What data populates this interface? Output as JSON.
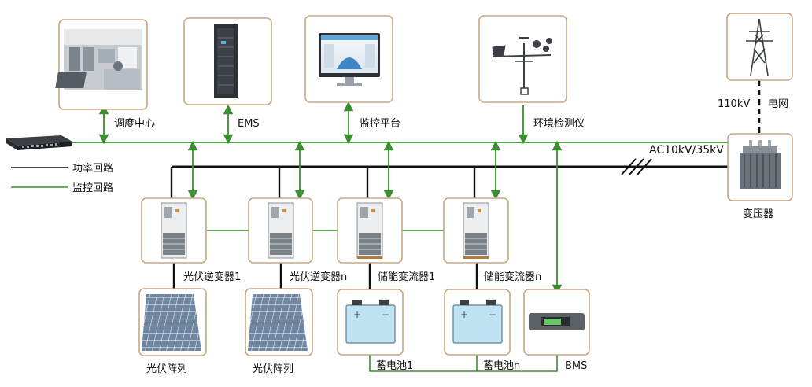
{
  "colors": {
    "power_line": "#111111",
    "monitor_line": "#3a8f2e",
    "box_border": "#c9a783",
    "battery": "#bfe3f2"
  },
  "legend": {
    "power": "功率回路",
    "monitor": "监控回路"
  },
  "top_devices": {
    "dispatch": "调度中心",
    "ems": "EMS",
    "monitor_platform": "监控平台",
    "env_monitor": "环境检测仪"
  },
  "grid": {
    "voltage_high": "110kV",
    "grid_label": "电网",
    "bus_voltage": "AC10kV/35kV",
    "transformer": "变压器"
  },
  "converters": {
    "pv_inverter_1": "光伏逆变器1",
    "pv_inverter_n": "光伏逆变器n",
    "pcs_1": "储能变流器1",
    "pcs_n": "储能变流器n"
  },
  "bottom_devices": {
    "pv_array_1": "光伏阵列",
    "pv_array_2": "光伏阵列",
    "battery_1": "蓄电池1",
    "battery_n": "蓄电池n",
    "bms": "BMS"
  }
}
